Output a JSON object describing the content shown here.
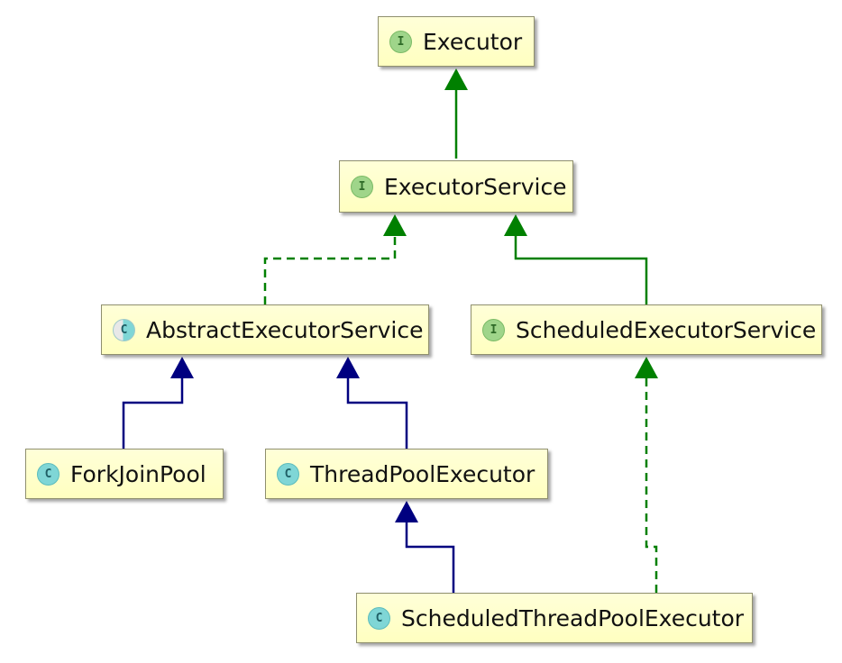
{
  "nodes": {
    "executor": {
      "label": "Executor",
      "badge": "I",
      "kind": "interface"
    },
    "executor_service": {
      "label": "ExecutorService",
      "badge": "I",
      "kind": "interface"
    },
    "abstract_executor_service": {
      "label": "AbstractExecutorService",
      "badge": "C",
      "kind": "abstract-class"
    },
    "scheduled_executor_service": {
      "label": "ScheduledExecutorService",
      "badge": "I",
      "kind": "interface"
    },
    "fork_join_pool": {
      "label": "ForkJoinPool",
      "badge": "C",
      "kind": "class"
    },
    "thread_pool_executor": {
      "label": "ThreadPoolExecutor",
      "badge": "C",
      "kind": "class"
    },
    "scheduled_thread_pool_executor": {
      "label": "ScheduledThreadPoolExecutor",
      "badge": "C",
      "kind": "class"
    }
  },
  "edges": [
    {
      "from": "ExecutorService",
      "to": "Executor",
      "type": "interface-extends",
      "style": "solid",
      "color": "#008000"
    },
    {
      "from": "AbstractExecutorService",
      "to": "ExecutorService",
      "type": "implements",
      "style": "dashed",
      "color": "#008000"
    },
    {
      "from": "ScheduledExecutorService",
      "to": "ExecutorService",
      "type": "interface-extends",
      "style": "solid",
      "color": "#008000"
    },
    {
      "from": "ForkJoinPool",
      "to": "AbstractExecutorService",
      "type": "extends",
      "style": "solid",
      "color": "#000080"
    },
    {
      "from": "ThreadPoolExecutor",
      "to": "AbstractExecutorService",
      "type": "extends",
      "style": "solid",
      "color": "#000080"
    },
    {
      "from": "ScheduledThreadPoolExecutor",
      "to": "ThreadPoolExecutor",
      "type": "extends",
      "style": "solid",
      "color": "#000080"
    },
    {
      "from": "ScheduledThreadPoolExecutor",
      "to": "ScheduledExecutorService",
      "type": "implements",
      "style": "dashed",
      "color": "#008000"
    }
  ]
}
